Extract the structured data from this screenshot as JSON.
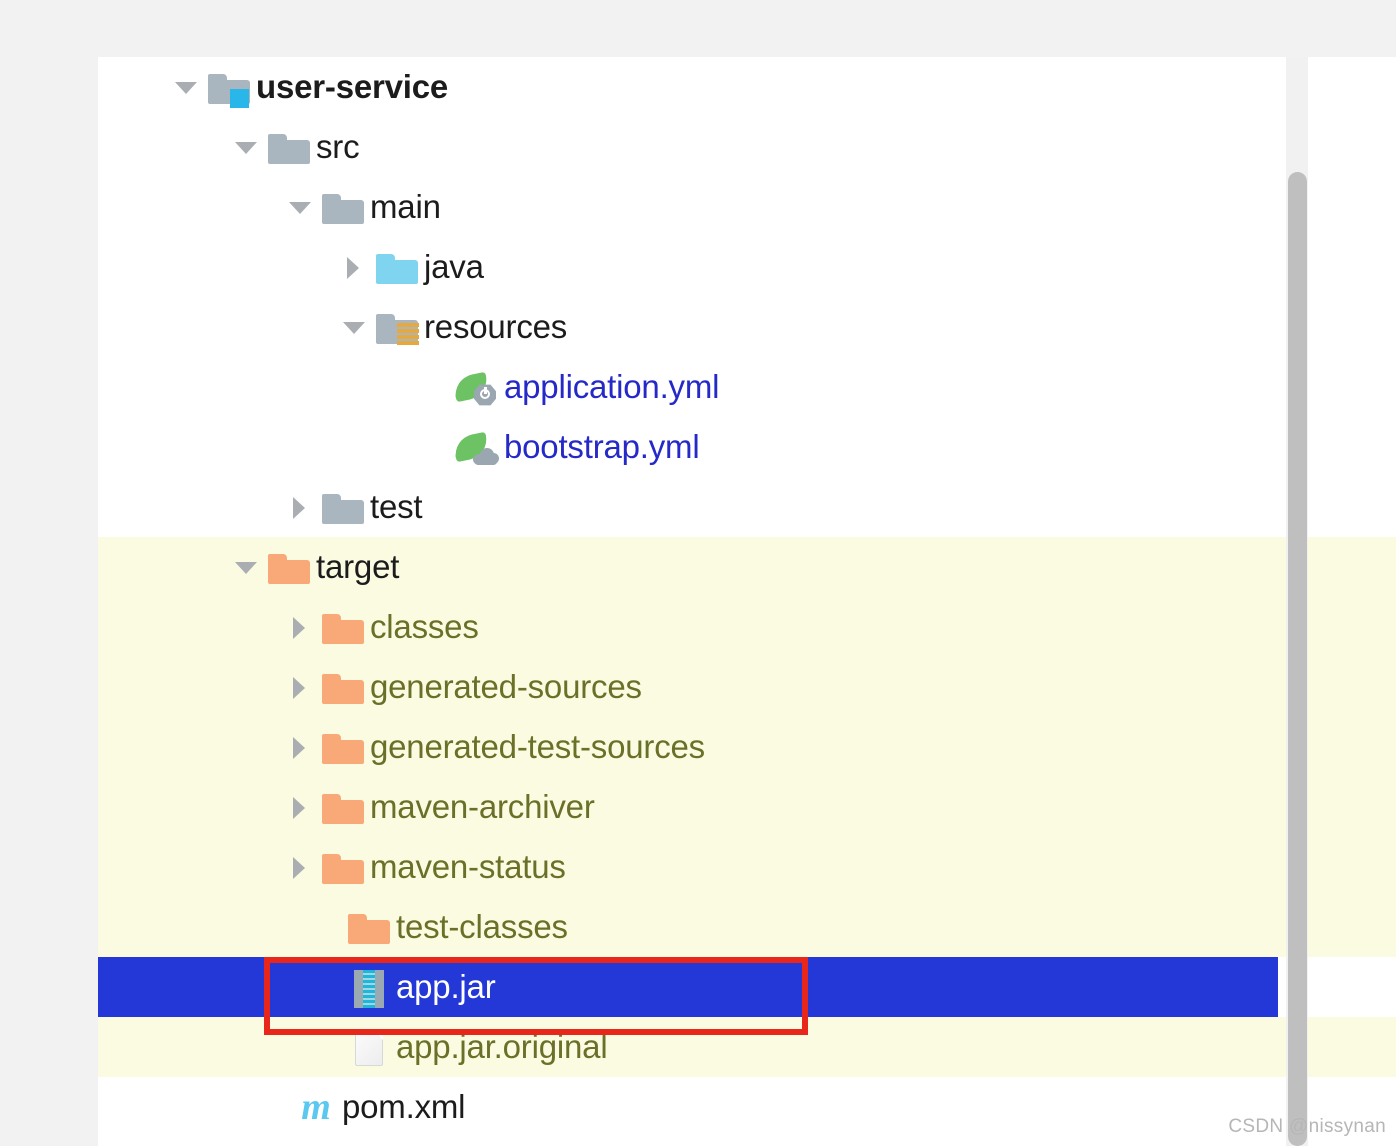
{
  "panel": {
    "name": "project-file-tree",
    "background": "#ffffff",
    "highlight_color": "#fbfbe1",
    "selection_color": "#2438d8",
    "annotation_color": "#e8271a"
  },
  "watermark": {
    "text": "CSDN @nissynan"
  },
  "tree": [
    {
      "label": "user-service",
      "icon": "folder-module-icon",
      "arrow": "down",
      "depth": 0,
      "style": "bold",
      "row": "plain"
    },
    {
      "label": "src",
      "icon": "folder-gray-icon",
      "arrow": "down",
      "depth": 1,
      "style": "normal",
      "row": "plain"
    },
    {
      "label": "main",
      "icon": "folder-gray-icon",
      "arrow": "down",
      "depth": 2,
      "style": "normal",
      "row": "plain"
    },
    {
      "label": "java",
      "icon": "folder-sources-blue-icon",
      "arrow": "right",
      "depth": 3,
      "style": "normal",
      "row": "plain"
    },
    {
      "label": "resources",
      "icon": "folder-resources-icon",
      "arrow": "down",
      "depth": 3,
      "style": "normal",
      "row": "plain"
    },
    {
      "label": "application.yml",
      "icon": "spring-config-file-icon",
      "arrow": "none",
      "depth": 4,
      "style": "blue",
      "row": "plain"
    },
    {
      "label": "bootstrap.yml",
      "icon": "spring-cloud-file-icon",
      "arrow": "none",
      "depth": 4,
      "style": "blue",
      "row": "plain"
    },
    {
      "label": "test",
      "icon": "folder-gray-icon",
      "arrow": "right",
      "depth": 2,
      "style": "normal",
      "row": "plain"
    },
    {
      "label": "target",
      "icon": "folder-orange-icon",
      "arrow": "down",
      "depth": 1,
      "style": "normal",
      "row": "highlight"
    },
    {
      "label": "classes",
      "icon": "folder-orange-icon",
      "arrow": "right",
      "depth": 2,
      "style": "olive",
      "row": "highlight"
    },
    {
      "label": "generated-sources",
      "icon": "folder-orange-icon",
      "arrow": "right",
      "depth": 2,
      "style": "olive",
      "row": "highlight"
    },
    {
      "label": "generated-test-sources",
      "icon": "folder-orange-icon",
      "arrow": "right",
      "depth": 2,
      "style": "olive",
      "row": "highlight"
    },
    {
      "label": "maven-archiver",
      "icon": "folder-orange-icon",
      "arrow": "right",
      "depth": 2,
      "style": "olive",
      "row": "highlight"
    },
    {
      "label": "maven-status",
      "icon": "folder-orange-icon",
      "arrow": "right",
      "depth": 2,
      "style": "olive",
      "row": "highlight"
    },
    {
      "label": "test-classes",
      "icon": "folder-orange-icon",
      "arrow": "none",
      "depth": 2,
      "style": "olive",
      "row": "highlight"
    },
    {
      "label": "app.jar",
      "icon": "jar-archive-icon",
      "arrow": "none",
      "depth": 2,
      "style": "white",
      "row": "selected"
    },
    {
      "label": "app.jar.original",
      "icon": "generic-file-icon",
      "arrow": "none",
      "depth": 2,
      "style": "olive",
      "row": "highlight"
    },
    {
      "label": "pom.xml",
      "icon": "maven-pom-icon",
      "arrow": "none",
      "depth": 1,
      "style": "normal",
      "row": "plain"
    }
  ]
}
